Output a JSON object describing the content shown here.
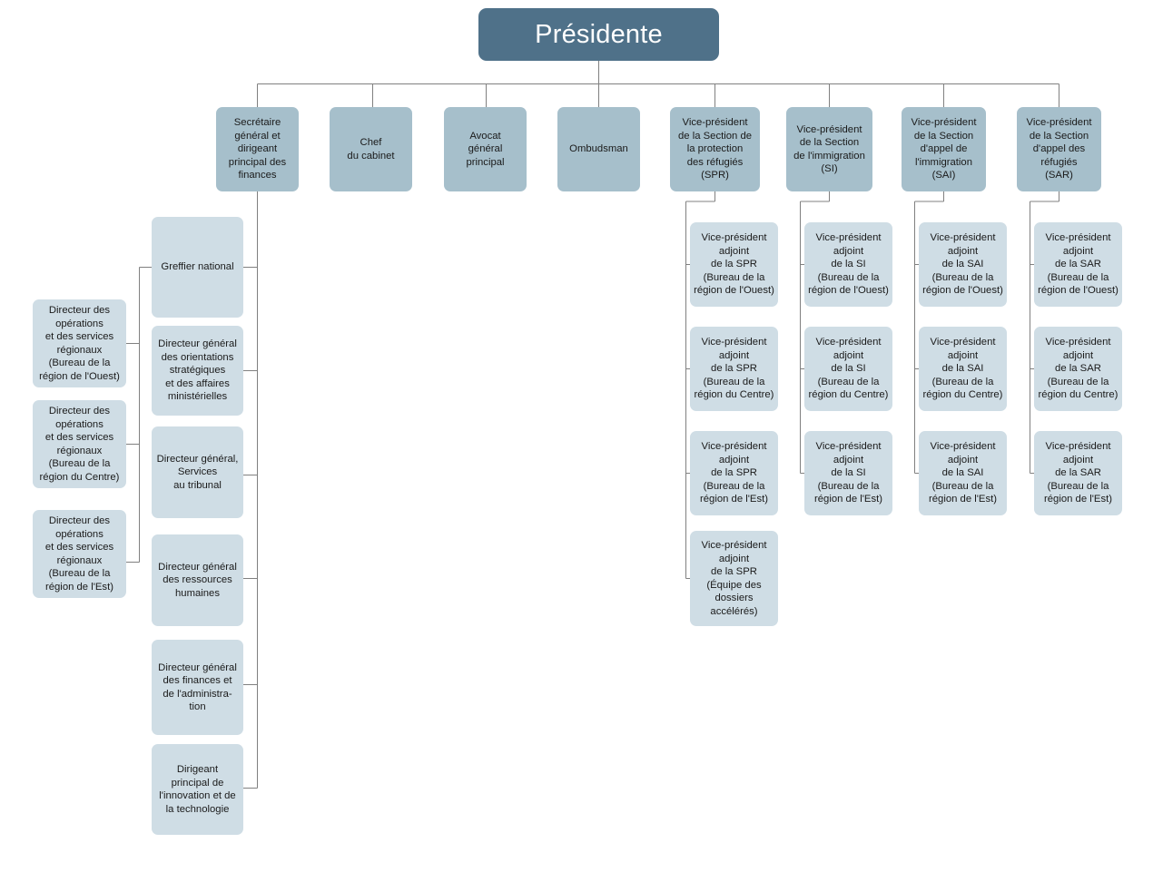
{
  "chart_data": {
    "type": "diagram",
    "diagram_type": "organizational-chart",
    "title": "Présidente",
    "language": "fr",
    "palette": {
      "root_fill": "#4f7189",
      "root_text": "#ffffff",
      "level2_fill": "#a6bfcb",
      "level3_fill": "#cfdde5",
      "node_text": "#1a1a1a",
      "connector": "#808080",
      "background": "#ffffff"
    },
    "node_count": 33
  },
  "root": {
    "label": "Présidente"
  },
  "level2": [
    {
      "id": "sg",
      "label": "Secrétaire\ngénéral et\ndirigeant\nprincipal des\nfinances"
    },
    {
      "id": "chef",
      "label": "Chef\ndu cabinet"
    },
    {
      "id": "avocat",
      "label": "Avocat\ngénéral\nprincipal"
    },
    {
      "id": "ombudsman",
      "label": "Ombudsman"
    },
    {
      "id": "vp-spr",
      "label": "Vice-président\nde la Section de\nla protection\ndes réfugiés\n(SPR)"
    },
    {
      "id": "vp-si",
      "label": "Vice-président\nde la Section\nde l'immigration\n(SI)"
    },
    {
      "id": "vp-sai",
      "label": "Vice-président\nde la Section\nd'appel de\nl'immigration\n(SAI)"
    },
    {
      "id": "vp-sar",
      "label": "Vice-président\nde la Section\nd'appel des\nréfugiés\n(SAR)"
    }
  ],
  "secretariat_branch": [
    {
      "id": "greffier",
      "label": "Greffier national"
    },
    {
      "id": "dg-orient",
      "label": "Directeur général\ndes orientations\nstratégiques\net des affaires\nministérielles"
    },
    {
      "id": "dg-tribunal",
      "label": "Directeur général,\nServices\nau tribunal"
    },
    {
      "id": "dg-rh",
      "label": "Directeur général\ndes ressources\nhumaines"
    },
    {
      "id": "dg-fin",
      "label": "Directeur général\ndes finances et\nde l'administra-\ntion"
    },
    {
      "id": "dpi",
      "label": "Dirigeant\nprincipal de\nl'innovation et de\nla technologie"
    }
  ],
  "greffier_branch": [
    {
      "id": "dir-ouest",
      "label": "Directeur des\nopérations\net des services\nrégionaux\n(Bureau de la\nrégion de l'Ouest)"
    },
    {
      "id": "dir-centre",
      "label": "Directeur des\nopérations\net des services\nrégionaux\n(Bureau de la\nrégion du Centre)"
    },
    {
      "id": "dir-est",
      "label": "Directeur des\nopérations\net des services\nrégionaux\n(Bureau de la\nrégion de l'Est)"
    }
  ],
  "spr_branch": [
    {
      "id": "vpa-spr-ouest",
      "label": "Vice-président\nadjoint\nde la SPR\n(Bureau de la\nrégion de l'Ouest)"
    },
    {
      "id": "vpa-spr-centre",
      "label": "Vice-président\nadjoint\nde la SPR\n(Bureau de la\nrégion du Centre)"
    },
    {
      "id": "vpa-spr-est",
      "label": "Vice-président\nadjoint\nde la SPR\n(Bureau de la\nrégion de l'Est)"
    },
    {
      "id": "vpa-spr-acc",
      "label": "Vice-président\nadjoint\nde la SPR\n(Équipe des\ndossiers\naccélérés)"
    }
  ],
  "si_branch": [
    {
      "id": "vpa-si-ouest",
      "label": "Vice-président\nadjoint\nde la SI\n(Bureau de la\nrégion de l'Ouest)"
    },
    {
      "id": "vpa-si-centre",
      "label": "Vice-président\nadjoint\nde la SI\n(Bureau de la\nrégion du Centre)"
    },
    {
      "id": "vpa-si-est",
      "label": "Vice-président\nadjoint\nde la SI\n(Bureau de la\nrégion de l'Est)"
    }
  ],
  "sai_branch": [
    {
      "id": "vpa-sai-ouest",
      "label": "Vice-président\nadjoint\nde la SAI\n(Bureau de la\nrégion de l'Ouest)"
    },
    {
      "id": "vpa-sai-centre",
      "label": "Vice-président\nadjoint\nde la SAI\n(Bureau de la\nrégion du Centre)"
    },
    {
      "id": "vpa-sai-est",
      "label": "Vice-président\nadjoint\nde la SAI\n(Bureau de la\nrégion de l'Est)"
    }
  ],
  "sar_branch": [
    {
      "id": "vpa-sar-ouest",
      "label": "Vice-président\nadjoint\nde la SAR\n(Bureau de la\nrégion de l'Ouest)"
    },
    {
      "id": "vpa-sar-centre",
      "label": "Vice-président\nadjoint\nde la SAR\n(Bureau de la\nrégion du Centre)"
    },
    {
      "id": "vpa-sar-est",
      "label": "Vice-président\nadjoint\nde la SAR\n(Bureau de la\nrégion de l'Est)"
    }
  ]
}
